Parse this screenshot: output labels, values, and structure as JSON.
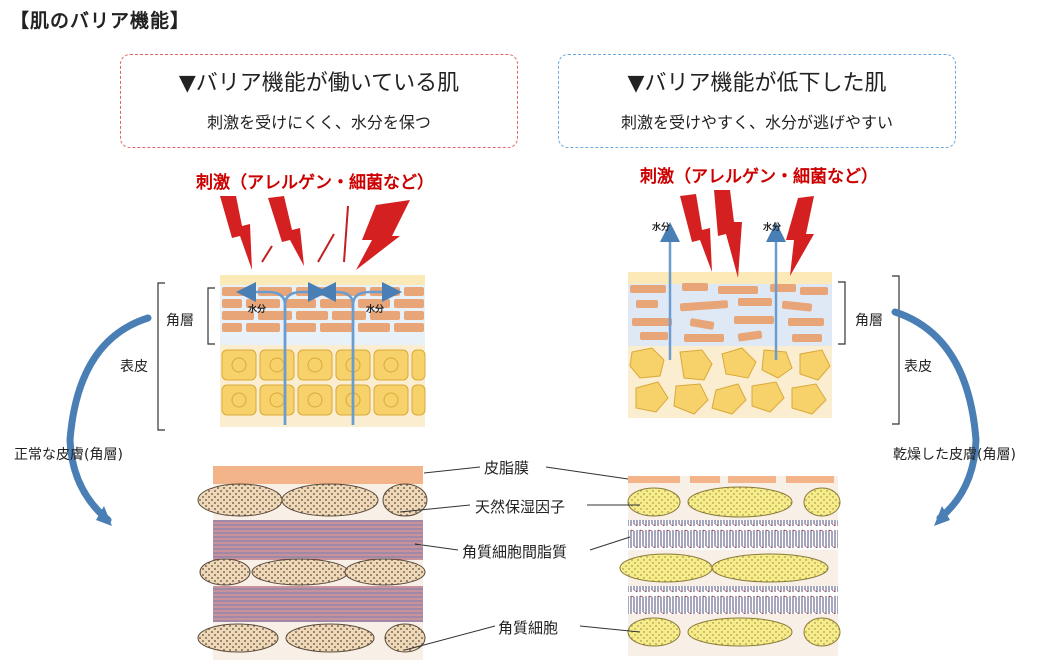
{
  "title": "【肌のバリア機能】",
  "left_panel": {
    "heading": "▼バリア機能が働いている肌",
    "subheading": "刺激を受けにくく、水分を保つ",
    "stimulus": "刺激（アレルゲン・細菌など）",
    "water_label": "水分",
    "stratum_corneum": "角層",
    "epidermis": "表皮",
    "skin_label": "正常な皮膚(角層)"
  },
  "right_panel": {
    "heading": "▼バリア機能が低下した肌",
    "subheading": "刺激を受けやすく、水分が逃げやすい",
    "stimulus": "刺激（アレルゲン・細菌など）",
    "water_label": "水分",
    "stratum_corneum": "角層",
    "epidermis": "表皮",
    "skin_label": "乾燥した皮膚(角層)"
  },
  "center_labels": {
    "sebum_film": "皮脂膜",
    "nmf": "天然保湿因子",
    "intercellular_lipid": "角質細胞間脂質",
    "corneocyte": "角質細胞"
  },
  "colors": {
    "stimulus_red": "#cc0000",
    "brick": "#e8a578",
    "cell_yellow": "#f7d16a",
    "water_blue": "#6b9ccf",
    "arrow_blue": "#4a7fb5"
  }
}
